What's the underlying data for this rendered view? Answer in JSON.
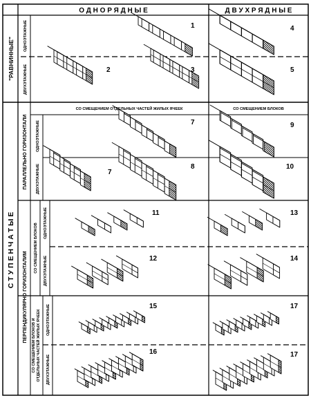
{
  "headers": {
    "single_row": "О Д Н О Р Я Д Н Ы Е",
    "double_row": "Д В У Х Р Я Д Н Ы Е",
    "flat": "\"РАВНИННЫЕ\"",
    "stepped": "С Т У П Е Н Ч А Т Ы Е",
    "parallel": "ПАРАЛЛЕЛЬНО ГОРИЗОНТАЛИ",
    "perpendicular": "ПЕРПЕНДИКУЛЯРНО ГОРИЗОНТАЛИМ",
    "one_storey": "ОДНОЭТАЖНЫЕ",
    "two_storey": "ДВУХЭТАЖНЫЕ",
    "offset_parts": "СО СМЕЩЕНИЕМ ОТДЕЛЬНЫХ ЧАСТЕЙ ЖИЛЫХ ЯЧЕЕК",
    "offset_blocks": "СО СМЕЩЕНИЕМ БЛОКОВ",
    "offset_blocks_and": "СО СМЕЩЕНИЕМ БЛОКОВ И",
    "offset_blocks_parts": "ОТДЕЛЬНЫХ ЧАСТЕЙ ЖИЛЫХ ЯЧЕЕК"
  },
  "variants": {
    "v1": "1",
    "v2": "2",
    "v3": "3",
    "v4": "4",
    "v5": "5",
    "v7a": "7",
    "v7b": "7",
    "v8": "8",
    "v9": "9",
    "v10": "10",
    "v11": "11",
    "v12": "12",
    "v13": "13",
    "v14": "14",
    "v15": "15",
    "v16": "16",
    "v17a": "17",
    "v17b": "17"
  }
}
